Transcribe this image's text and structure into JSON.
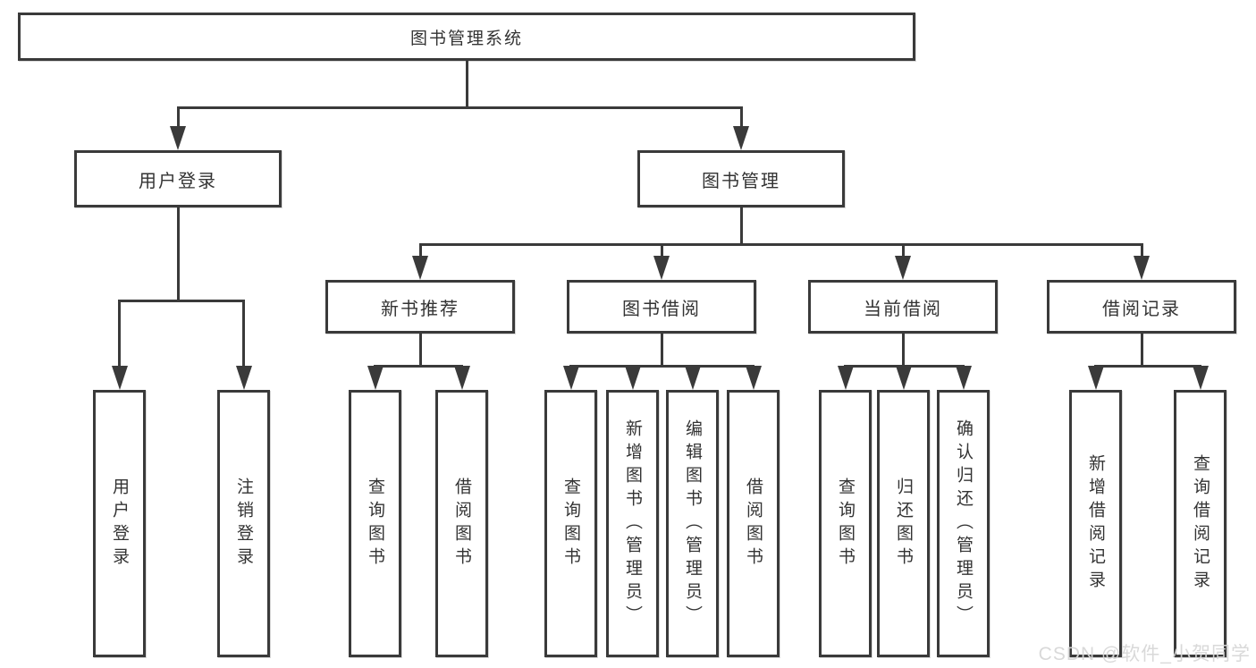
{
  "tree": {
    "root": {
      "label": "图书管理系统"
    },
    "level2": [
      {
        "label": "用户登录",
        "children": [
          {
            "label": "用户登录"
          },
          {
            "label": "注销登录"
          }
        ]
      },
      {
        "label": "图书管理",
        "children": [
          {
            "label": "新书推荐",
            "children": [
              {
                "label": "查询图书"
              },
              {
                "label": "借阅图书"
              }
            ]
          },
          {
            "label": "图书借阅",
            "children": [
              {
                "label": "查询图书"
              },
              {
                "label": "新增图书（管理员）"
              },
              {
                "label": "编辑图书（管理员）"
              },
              {
                "label": "借阅图书"
              }
            ]
          },
          {
            "label": "当前借阅",
            "children": [
              {
                "label": "查询图书"
              },
              {
                "label": "归还图书"
              },
              {
                "label": "确认归还（管理员）"
              }
            ]
          },
          {
            "label": "借阅记录",
            "children": [
              {
                "label": "新增借阅记录"
              },
              {
                "label": "查询借阅记录"
              }
            ]
          }
        ]
      }
    ]
  },
  "watermark": "CSDN @软件_小贺同学",
  "colors": {
    "line": "#3a3a3a",
    "text": "#333333",
    "background": "#ffffff",
    "watermark": "#d7d7d7"
  }
}
